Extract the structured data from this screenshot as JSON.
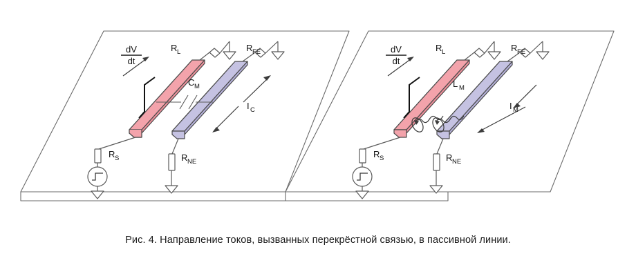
{
  "figure": {
    "caption": "Рис. 4. Направление токов, вызванных перекрёстной связью, в пассивной линии.",
    "colors": {
      "aggressor_trace": "#f3a3ab",
      "victim_trace": "#c5c2e2",
      "board_outline": "#6b6b6b",
      "wire": "#5a5a5a",
      "text": "#111111"
    }
  },
  "panels": [
    {
      "id": "capacitive-coupling",
      "aggressor": {
        "label_numerator": "dV",
        "label_denominator": "dt",
        "driver_resistor": {
          "base": "R",
          "sub": "S"
        },
        "far_end_resistor": {
          "base": "R",
          "sub": "L"
        }
      },
      "victim": {
        "near_end_resistor": {
          "base": "R",
          "sub": "NE"
        },
        "far_end_resistor": {
          "base": "R",
          "sub": "FE"
        },
        "current": {
          "base": "I",
          "sub": "C"
        }
      },
      "coupling": {
        "base": "C",
        "sub": "M",
        "kind": "capacitor"
      }
    },
    {
      "id": "inductive-coupling",
      "aggressor": {
        "label_numerator": "dV",
        "label_denominator": "dt",
        "driver_resistor": {
          "base": "R",
          "sub": "S"
        },
        "far_end_resistor": {
          "base": "R",
          "sub": "L"
        }
      },
      "victim": {
        "near_end_resistor": {
          "base": "R",
          "sub": "NE"
        },
        "far_end_resistor": {
          "base": "R",
          "sub": "FE"
        },
        "current": {
          "base": "I",
          "sub": "M"
        }
      },
      "coupling": {
        "base": "L",
        "sub": "M",
        "kind": "mutual-inductance"
      }
    }
  ]
}
